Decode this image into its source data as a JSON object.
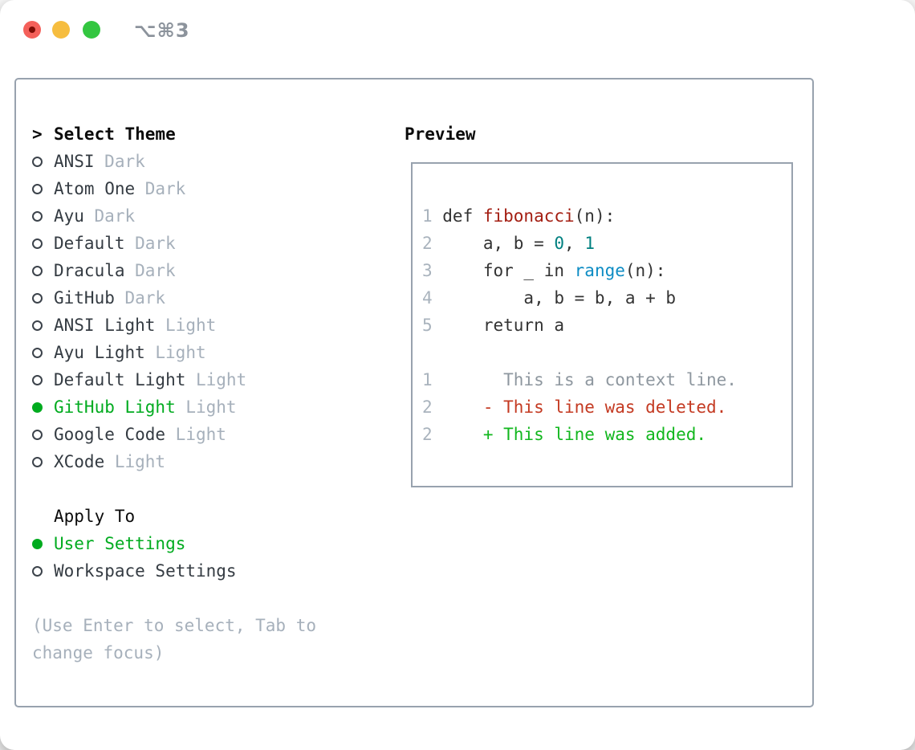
{
  "window": {
    "shortcut_label": "⌥⌘3"
  },
  "left": {
    "header_prompt": ">",
    "header_label": "Select Theme",
    "themes": [
      {
        "name": "ANSI",
        "tag": "Dark",
        "selected": false
      },
      {
        "name": "Atom One",
        "tag": "Dark",
        "selected": false
      },
      {
        "name": "Ayu",
        "tag": "Dark",
        "selected": false
      },
      {
        "name": "Default",
        "tag": "Dark",
        "selected": false
      },
      {
        "name": "Dracula",
        "tag": "Dark",
        "selected": false
      },
      {
        "name": "GitHub",
        "tag": "Dark",
        "selected": false
      },
      {
        "name": "ANSI Light",
        "tag": "Light",
        "selected": false
      },
      {
        "name": "Ayu Light",
        "tag": "Light",
        "selected": false
      },
      {
        "name": "Default Light",
        "tag": "Light",
        "selected": false
      },
      {
        "name": "GitHub Light",
        "tag": "Light",
        "selected": true
      },
      {
        "name": "Google Code",
        "tag": "Light",
        "selected": false
      },
      {
        "name": "XCode",
        "tag": "Light",
        "selected": false
      }
    ],
    "apply_to": {
      "label": "Apply To",
      "options": [
        {
          "name": "User Settings",
          "selected": true
        },
        {
          "name": "Workspace Settings",
          "selected": false
        }
      ]
    },
    "hint": "(Use Enter to select, Tab to change focus)"
  },
  "preview": {
    "label": "Preview",
    "lines": [
      {
        "num": "1",
        "segments": [
          {
            "text": "def ",
            "style": "keyword"
          },
          {
            "text": "fibonacci",
            "style": "function"
          },
          {
            "text": "(n):",
            "style": "plain"
          }
        ]
      },
      {
        "num": "2",
        "segments": [
          {
            "text": "    a, b = ",
            "style": "plain"
          },
          {
            "text": "0",
            "style": "number"
          },
          {
            "text": ", ",
            "style": "plain"
          },
          {
            "text": "1",
            "style": "number"
          }
        ]
      },
      {
        "num": "3",
        "segments": [
          {
            "text": "    for _ in ",
            "style": "plain"
          },
          {
            "text": "range",
            "style": "builtin"
          },
          {
            "text": "(n):",
            "style": "plain"
          }
        ]
      },
      {
        "num": "4",
        "segments": [
          {
            "text": "        a, b = b, a + b",
            "style": "plain"
          }
        ]
      },
      {
        "num": "5",
        "segments": [
          {
            "text": "    return a",
            "style": "plain"
          }
        ]
      },
      {
        "num": "",
        "segments": []
      },
      {
        "num": "1",
        "segments": [
          {
            "text": "      This is a context line.",
            "style": "context"
          }
        ]
      },
      {
        "num": "2",
        "segments": [
          {
            "text": "    - This line was deleted.",
            "style": "deleted"
          }
        ]
      },
      {
        "num": "2",
        "segments": [
          {
            "text": "    + This line was added.",
            "style": "added"
          }
        ]
      }
    ]
  },
  "colors": {
    "accent_green": "#00ab1f",
    "header_black": "#0b0b0b",
    "text_dark": "#343b42",
    "text_muted": "#a6b0bb",
    "border_gray": "#98a2ae",
    "line_number": "#a9b3bd",
    "code_plain": "#333333",
    "code_keyword": "#333333",
    "code_function": "#a31d11",
    "code_number": "#008080",
    "code_builtin": "#0d8cc4",
    "code_context": "#8e979f",
    "code_deleted": "#c43a22",
    "code_added": "#12b71e",
    "light_red": "#f4605a",
    "light_red_dot": "#7d0c05",
    "light_yellow": "#f6bd3f",
    "light_green": "#33c640",
    "shortcut_gray": "#8c939c"
  }
}
